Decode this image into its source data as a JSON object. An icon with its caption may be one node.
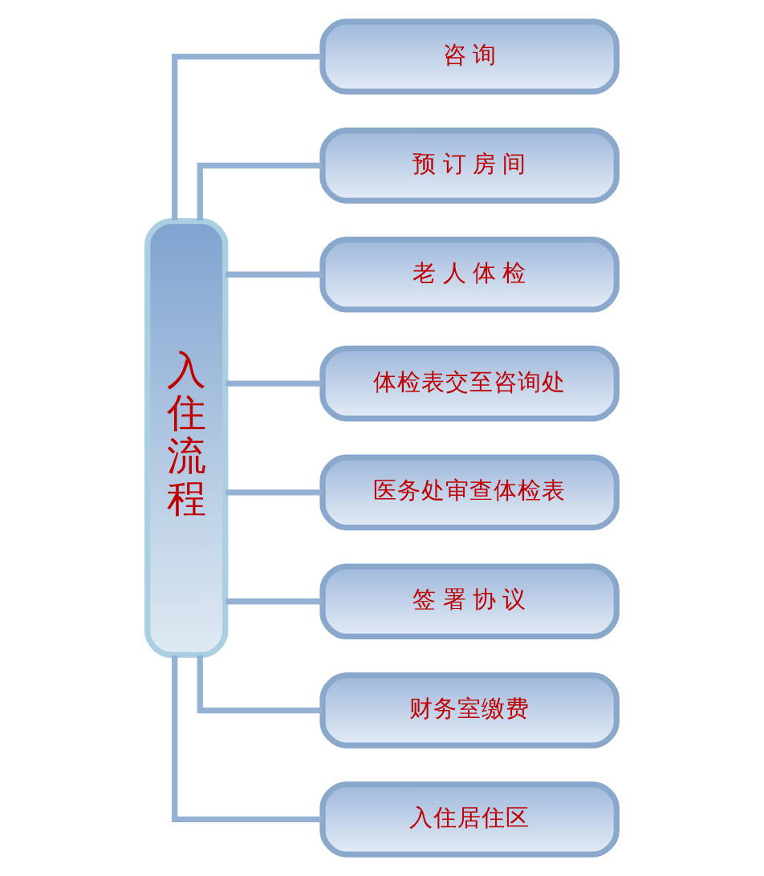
{
  "diagram": {
    "nodes": [
      {
        "text": [
          "入住流程"
        ]
      },
      {
        "text": [
          "咨 询"
        ]
      },
      {
        "text": [
          "预 订 房 间"
        ]
      },
      {
        "text": [
          "老 人 体 检"
        ]
      },
      {
        "text": [
          "体检表交至咨询处"
        ]
      },
      {
        "text": [
          "医务处审查体检表"
        ]
      },
      {
        "text": [
          "签 署 协 议"
        ]
      },
      {
        "text": [
          "财务室缴费"
        ]
      },
      {
        "text": [
          "入住居住区"
        ]
      }
    ],
    "edges": [
      {
        "from": 0,
        "to": 1,
        "arrow": "none"
      },
      {
        "from": 0,
        "to": 2,
        "arrow": "none"
      },
      {
        "from": 0,
        "to": 3,
        "arrow": "none"
      },
      {
        "from": 0,
        "to": 4,
        "arrow": "none"
      },
      {
        "from": 0,
        "to": 5,
        "arrow": "none"
      },
      {
        "from": 0,
        "to": 6,
        "arrow": "none"
      },
      {
        "from": 0,
        "to": 7,
        "arrow": "none"
      },
      {
        "from": 0,
        "to": 8,
        "arrow": "none"
      }
    ]
  }
}
